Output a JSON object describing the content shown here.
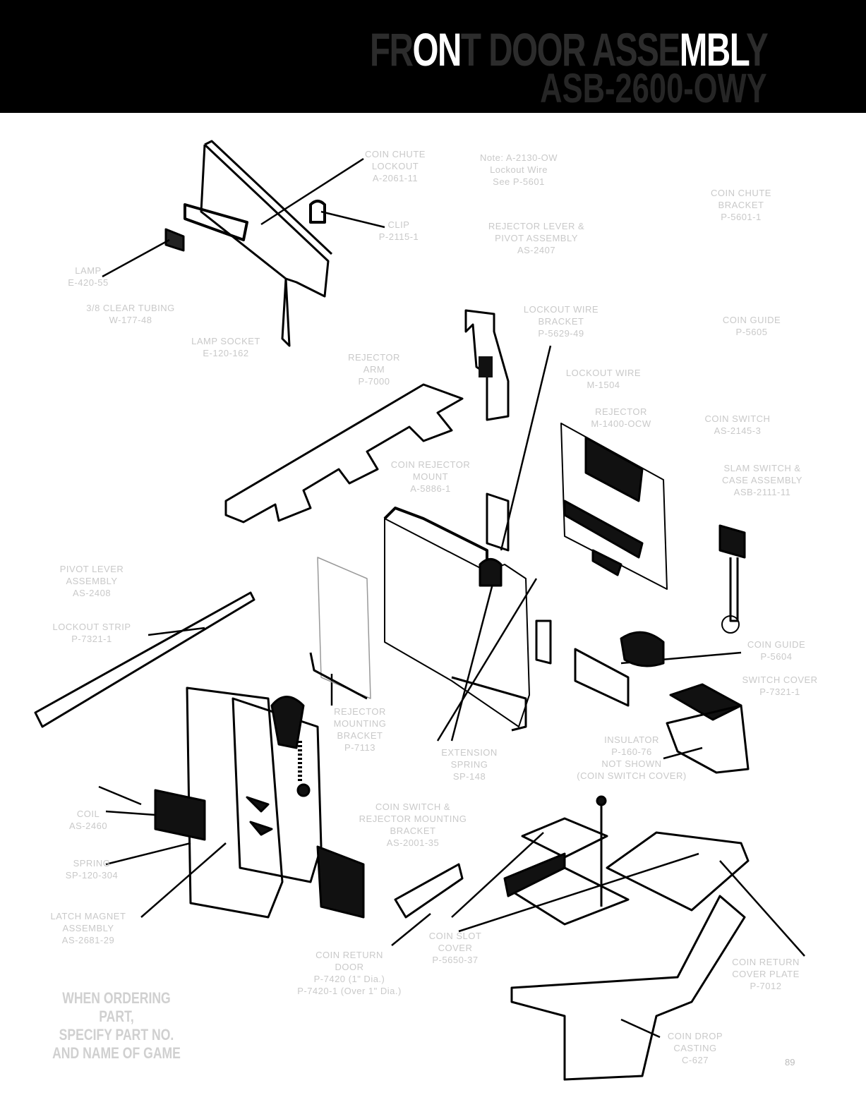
{
  "header": {
    "title_line1_parts": [
      "FR",
      "ON",
      "T DOOR ASSE",
      "MBL",
      "Y"
    ],
    "title_line2": "ASB-2600-OWY"
  },
  "labels": [
    {
      "id": "coin-chute-lockout",
      "text": "COIN CHUTE\nLOCKOUT\nA-2061-11"
    },
    {
      "id": "note",
      "text": "Note: A-2130-OW\nLockout Wire\nSee P-5601"
    },
    {
      "id": "clip",
      "text": "CLIP\nP-2115-1"
    },
    {
      "id": "rejector-lever",
      "text": "REJECTOR LEVER &\nPIVOT ASSEMBLY\nAS-2407"
    },
    {
      "id": "coin-chute-bracket",
      "text": "COIN CHUTE\nBRACKET\nP-5601-1"
    },
    {
      "id": "lamp",
      "text": "LAMP\nE-420-55"
    },
    {
      "id": "tubing",
      "text": "3/8 CLEAR TUBING\nW-177-48"
    },
    {
      "id": "lamp-socket",
      "text": "LAMP SOCKET\nE-120-162"
    },
    {
      "id": "lockout-wire-bracket",
      "text": "LOCKOUT WIRE\nBRACKET\nP-5629-49"
    },
    {
      "id": "coin-guide-top",
      "text": "COIN GUIDE\nP-5605"
    },
    {
      "id": "rejector-arm",
      "text": "REJECTOR\nARM\nP-7000"
    },
    {
      "id": "lockout-wire",
      "text": "LOCKOUT WIRE\nM-1504"
    },
    {
      "id": "rejector",
      "text": "REJECTOR\nM-1400-OCW"
    },
    {
      "id": "coin-switch",
      "text": "COIN SWITCH\nAS-2145-3"
    },
    {
      "id": "slam-switch",
      "text": "SLAM SWITCH &\nCASE ASSEMBLY\nASB-2111-11"
    },
    {
      "id": "coin-rejector-mount",
      "text": "COIN REJECTOR\nMOUNT\nA-5886-1"
    },
    {
      "id": "pivot-lever",
      "text": "PIVOT LEVER\nASSEMBLY\nAS-2408"
    },
    {
      "id": "lockout-strip",
      "text": "LOCKOUT STRIP\nP-7321-1"
    },
    {
      "id": "coin-guide-bottom",
      "text": "COIN GUIDE\nP-5604"
    },
    {
      "id": "switch-cover",
      "text": "SWITCH COVER\nP-7321-1"
    },
    {
      "id": "insulator",
      "text": "INSULATOR\nP-160-76\nNOT SHOWN\n(COIN SWITCH COVER)"
    },
    {
      "id": "rejector-mounting-bracket",
      "text": "REJECTOR\nMOUNTING\nBRACKET\nP-7113"
    },
    {
      "id": "extension-spring",
      "text": "EXTENSION\nSPRING\nSP-148"
    },
    {
      "id": "coin-switch-bracket",
      "text": "COIN SWITCH &\nREJECTOR MOUNTING\nBRACKET\nAS-2001-35"
    },
    {
      "id": "coil",
      "text": "COIL\nAS-2460"
    },
    {
      "id": "spring",
      "text": "SPRING\nSP-120-304"
    },
    {
      "id": "latch-magnet",
      "text": "LATCH MAGNET\nASSEMBLY\nAS-2681-29"
    },
    {
      "id": "coin-return-door",
      "text": "COIN RETURN\nDOOR\nP-7420 (1\" Dia.)\nP-7420-1 (Over 1\" Dia.)"
    },
    {
      "id": "coin-slot-cover",
      "text": "COIN SLOT\nCOVER\nP-5650-37"
    },
    {
      "id": "coin-return-cover",
      "text": "COIN RETURN\nCOVER PLATE\nP-7012"
    },
    {
      "id": "coin-drop-casting",
      "text": "COIN DROP\nCASTING\nC-627"
    }
  ],
  "order_note": "WHEN ORDERING PART,\nSPECIFY PART NO.\nAND NAME OF GAME",
  "page_number": "89"
}
